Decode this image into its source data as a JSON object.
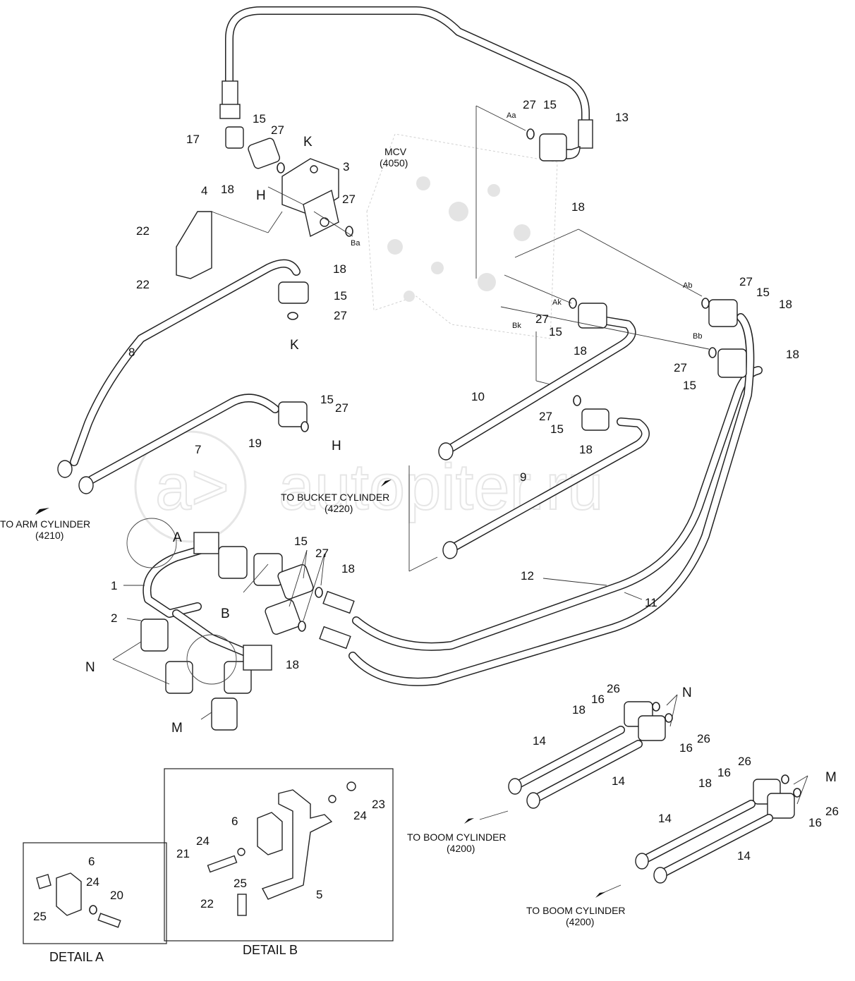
{
  "diagram": {
    "mcv_label": "MCV",
    "mcv_code": "(4050)",
    "arm_dest": "TO ARM CYLINDER",
    "arm_code": "(4210)",
    "bucket_dest": "TO BUCKET CYLINDER",
    "bucket_code": "(4220)",
    "boom_dest_1": "TO BOOM CYLINDER",
    "boom_code_1": "(4200)",
    "boom_dest_2": "TO BOOM CYLINDER",
    "boom_code_2": "(4200)",
    "detail_a": "DETAIL A",
    "detail_b": "DETAIL B",
    "watermark": "autopiter.ru",
    "ports": {
      "aa": "Aa",
      "ba": "Ba",
      "ab": "Ab",
      "ak": "Ak",
      "bk": "Bk",
      "bb": "Bb"
    },
    "letters": {
      "k_top": "K",
      "h_top": "H",
      "k_bottom": "K",
      "h_bottom": "H",
      "a": "A",
      "b": "B",
      "n_left": "N",
      "m_left": "M",
      "n_right": "N",
      "m_right": "M"
    },
    "callouts": {
      "c1": "1",
      "c2": "2",
      "c3": "3",
      "c4": "4",
      "c5": "5",
      "c6a": "6",
      "c6b": "6",
      "c7": "7",
      "c8": "8",
      "c9": "9",
      "c10": "10",
      "c11": "11",
      "c12": "12",
      "c13": "13",
      "c14a": "14",
      "c14b": "14",
      "c14c": "14",
      "c14d": "14",
      "c15a": "15",
      "c15b": "15",
      "c15c": "15",
      "c15d": "15",
      "c15e": "15",
      "c15f": "15",
      "c15g": "15",
      "c15h": "15",
      "c15i": "15",
      "c16a": "16",
      "c16b": "16",
      "c16c": "16",
      "c16d": "16",
      "c17": "17",
      "c18a": "18",
      "c18b": "18",
      "c18c": "18",
      "c18d": "18",
      "c18e": "18",
      "c18f": "18",
      "c18g": "18",
      "c18h": "18",
      "c18i": "18",
      "c18j": "18",
      "c18k": "18",
      "c19": "19",
      "c20": "20",
      "c21": "21",
      "c22a": "22",
      "c22b": "22",
      "c22c": "22",
      "c23": "23",
      "c24a": "24",
      "c24b": "24",
      "c24c": "24",
      "c25a": "25",
      "c25b": "25",
      "c26a": "26",
      "c26b": "26",
      "c26c": "26",
      "c26d": "26",
      "c27a": "27",
      "c27b": "27",
      "c27c": "27",
      "c27d": "27",
      "c27e": "27",
      "c27f": "27",
      "c27g": "27",
      "c27h": "27",
      "c27i": "27",
      "c27j": "27"
    }
  }
}
